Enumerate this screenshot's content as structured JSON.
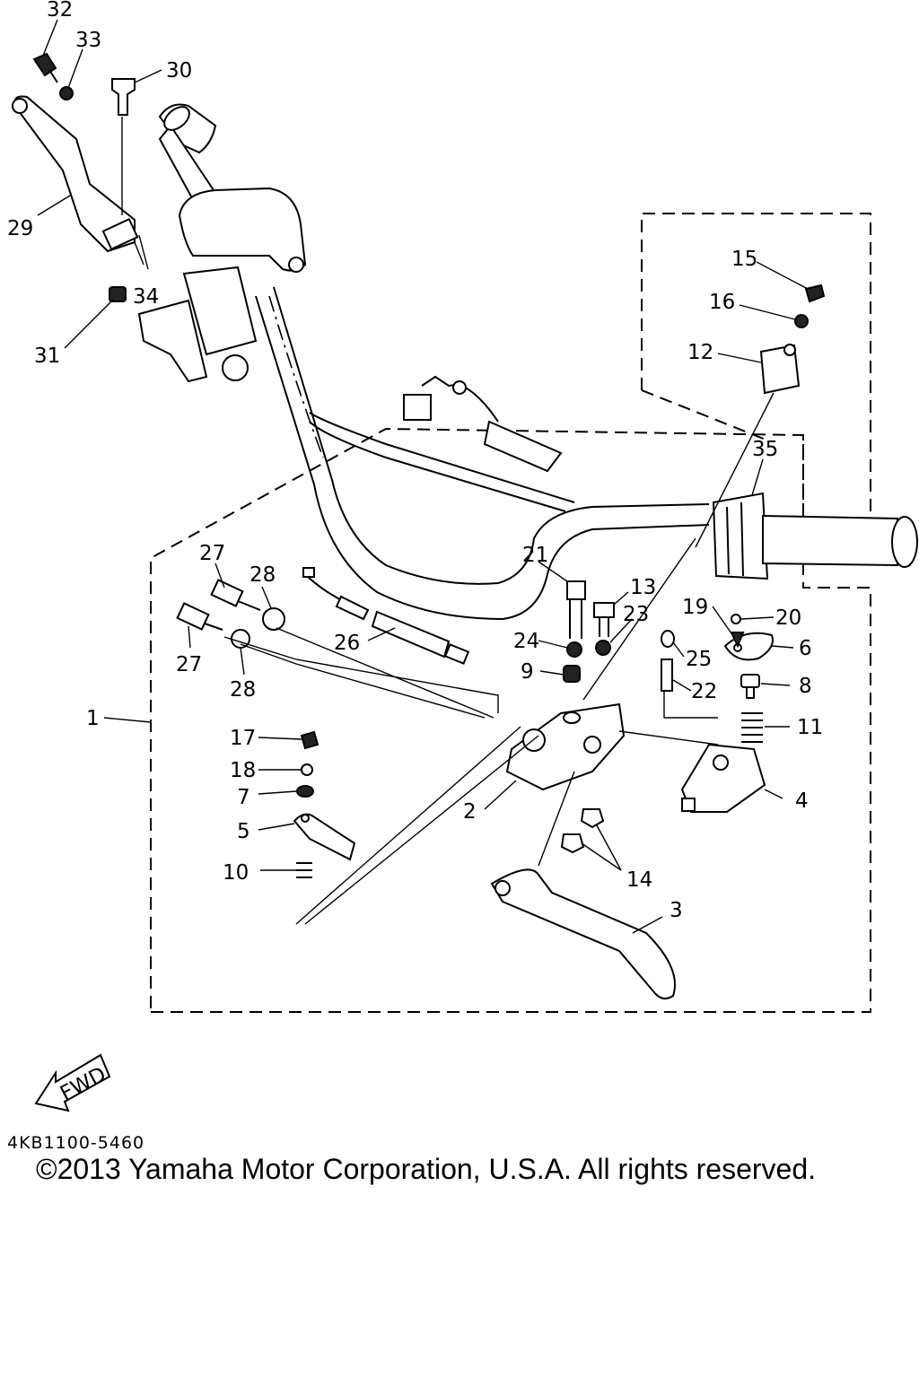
{
  "diagram": {
    "fwd_label": "FWD",
    "part_code": "4KB1100-5460",
    "copyright": "©2013 Yamaha Motor Corporation, U.S.A. All rights reserved.",
    "callouts": {
      "c1": "1",
      "c2": "2",
      "c3": "3",
      "c4": "4",
      "c5": "5",
      "c6": "6",
      "c7": "7",
      "c8": "8",
      "c9": "9",
      "c10": "10",
      "c11": "11",
      "c12": "12",
      "c13": "13",
      "c14": "14",
      "c15": "15",
      "c16": "16",
      "c17": "17",
      "c18": "18",
      "c19": "19",
      "c20": "20",
      "c21": "21",
      "c22": "22",
      "c23": "23",
      "c24": "24",
      "c25": "25",
      "c26": "26",
      "c27a": "27",
      "c27b": "27",
      "c28a": "28",
      "c28b": "28",
      "c29": "29",
      "c30": "30",
      "c31": "31",
      "c32": "32",
      "c33": "33",
      "c34": "34",
      "c35": "35"
    }
  }
}
